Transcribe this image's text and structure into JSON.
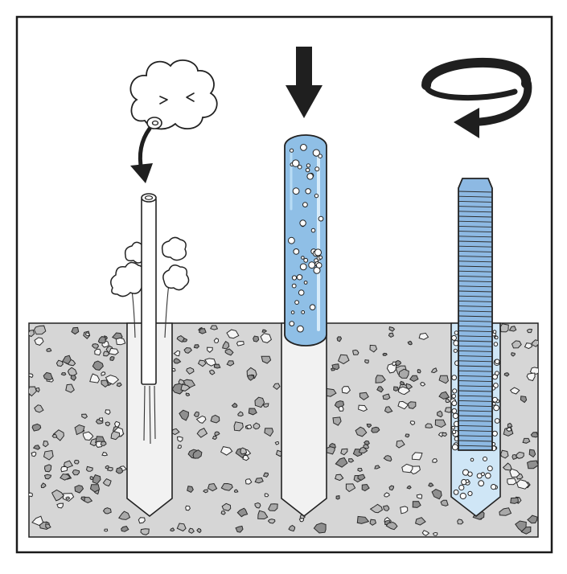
{
  "diagram": {
    "panels": [
      {
        "id": "blow-out-dust",
        "icons": [
          "cloud-face-blowing-icon",
          "curved-arrow-down-icon",
          "blow-tube-icon",
          "dust-puff-icon"
        ]
      },
      {
        "id": "insert-resin-capsule",
        "icons": [
          "arrow-down-icon",
          "resin-capsule-icon"
        ]
      },
      {
        "id": "rotate-threaded-rod",
        "icons": [
          "rotation-arrow-icon",
          "threaded-rod-icon"
        ]
      }
    ],
    "text_labels": []
  },
  "colors": {
    "frame": "#1a1a1a",
    "concrete": "#d6d6d6",
    "aggregate_dark": "#8f8f8f",
    "aggregate_mid": "#a9a9a9",
    "aggregate_light": "#f5f5f5",
    "hole": "#f2f2f2",
    "capsule_blue": "#8fbfe6",
    "capsule_blue_light": "#cfe6f6",
    "rod_blue": "#8db9e3",
    "ink": "#1f1f1f"
  }
}
